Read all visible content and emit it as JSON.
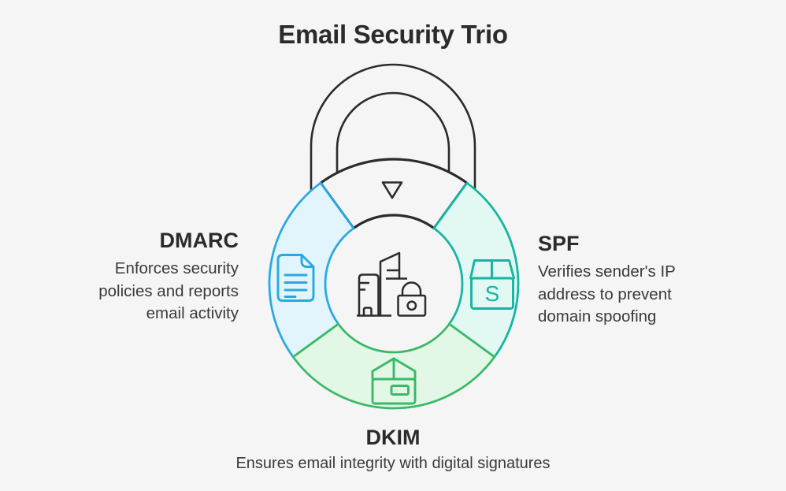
{
  "title": "Email Security Trio",
  "diagram": {
    "type": "padlock-ring-infographic",
    "keyhole_icon": "triangle-down-icon",
    "center_icon": "city-buildings-padlock-icon",
    "spf_box_letter": "S",
    "colors": {
      "background": "#f5f5f5",
      "outline_dark": "#2b2b2b",
      "text_heading": "#2b2b2b",
      "text_body": "#3a3a3a",
      "dmarc_stroke": "#29a9e1",
      "dmarc_fill": "#e2f4fc",
      "spf_stroke": "#14b5a2",
      "spf_fill": "#e1f8f3",
      "dkim_stroke": "#3bb966",
      "dkim_fill": "#e2f7e6"
    },
    "segments": [
      {
        "name": "DMARC",
        "description": "Enforces security\npolicies and reports\nemail activity",
        "icon": "document-icon",
        "position": "left"
      },
      {
        "name": "SPF",
        "description": "Verifies sender's IP\naddress to prevent\ndomain spoofing",
        "icon": "shipping-box-s-icon",
        "position": "right"
      },
      {
        "name": "DKIM",
        "description": "Ensures email integrity with digital signatures",
        "icon": "package-box-icon",
        "position": "bottom"
      }
    ]
  }
}
